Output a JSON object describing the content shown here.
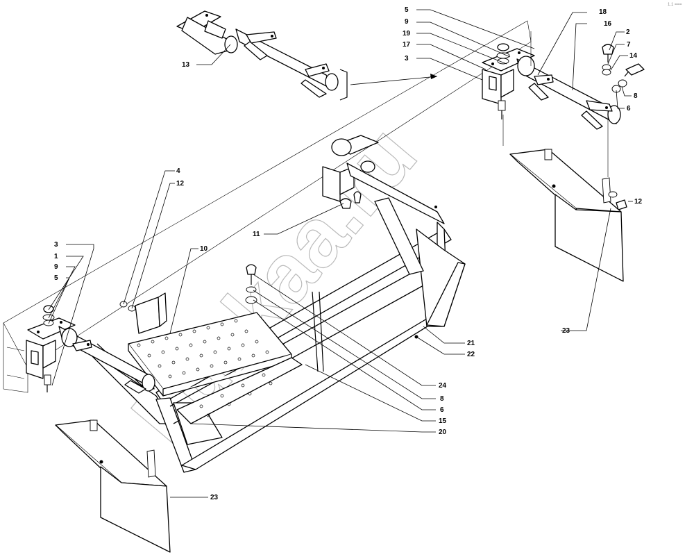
{
  "watermark": "kuzkaa.ru",
  "corner_mark": "1.1 ===",
  "callouts": {
    "c5_top": "5",
    "c9_top": "9",
    "c19": "19",
    "c17": "17",
    "c3_top": "3",
    "c18": "18",
    "c16": "16",
    "c2": "2",
    "c7": "7",
    "c14": "14",
    "c8_right": "8",
    "c6_right": "6",
    "c12_right": "12",
    "c23_right": "23",
    "c13": "13",
    "c4": "4",
    "c12_left": "12",
    "c11": "11",
    "c10": "10",
    "c3_left": "3",
    "c1": "1",
    "c9_left": "9",
    "c5_left": "5",
    "c21": "21",
    "c22": "22",
    "c24": "24",
    "c8_bottom": "8",
    "c6_bottom": "6",
    "c15": "15",
    "c20": "20",
    "c23_bottom": "23"
  }
}
